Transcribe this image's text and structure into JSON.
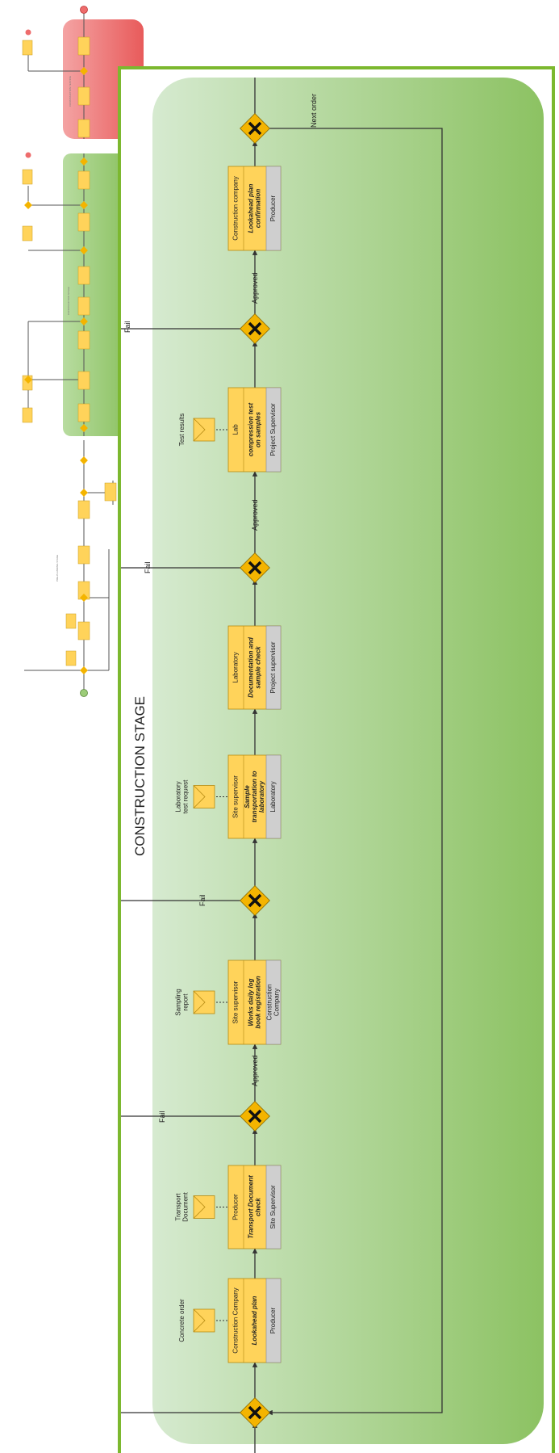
{
  "stage_title": "CONSTRUCTION STAGE",
  "thumbnail": {
    "lane_labels": [
      "CONSTRUCTION STAGE",
      "PRE-PLANNING STAGE",
      "CONSTRUCTION TESTING"
    ]
  },
  "tasks": [
    {
      "id": "t1",
      "role": "Construction Company",
      "name": "Lookahead plan",
      "participant": "Producer",
      "document": "Concrete order"
    },
    {
      "id": "t2",
      "role": "Producer",
      "name": "Transport Document check",
      "participant": "Site Supervisor",
      "document": "Transport Document"
    },
    {
      "id": "t3",
      "role": "Site supervisor",
      "name": "Works daily log book registration",
      "participant": "Construction Company",
      "document": "Sampling report"
    },
    {
      "id": "t4",
      "role": "Site supervisor",
      "name": "Sample transportation to laboratory",
      "participant": "Laboratory",
      "document": "Laboratory test request"
    },
    {
      "id": "t5",
      "role": "Laboratory",
      "name": "Documentation and sample check",
      "participant": "Project supervisor",
      "document": ""
    },
    {
      "id": "t6",
      "role": "Lab",
      "name": "compression test on samples",
      "participant": "Project Supervisor",
      "document": "Test results"
    },
    {
      "id": "t7",
      "role": "Construction company",
      "name": "Lookahead plan confirmation",
      "participant": "Producer",
      "document": ""
    }
  ],
  "flow_labels": {
    "approved": "Approved",
    "fail": "Fail",
    "next_order": "Next order"
  },
  "colors": {
    "frame": "#7cb82f",
    "lane_light": "#d3e8cc",
    "lane_dark": "#8fc466",
    "task_fill": "#ffd35a",
    "task_participant": "#cfcfcf",
    "gateway": "#f4b400",
    "thumb_red": "#ee6c6c",
    "thumb_green": "#9ccc78"
  }
}
